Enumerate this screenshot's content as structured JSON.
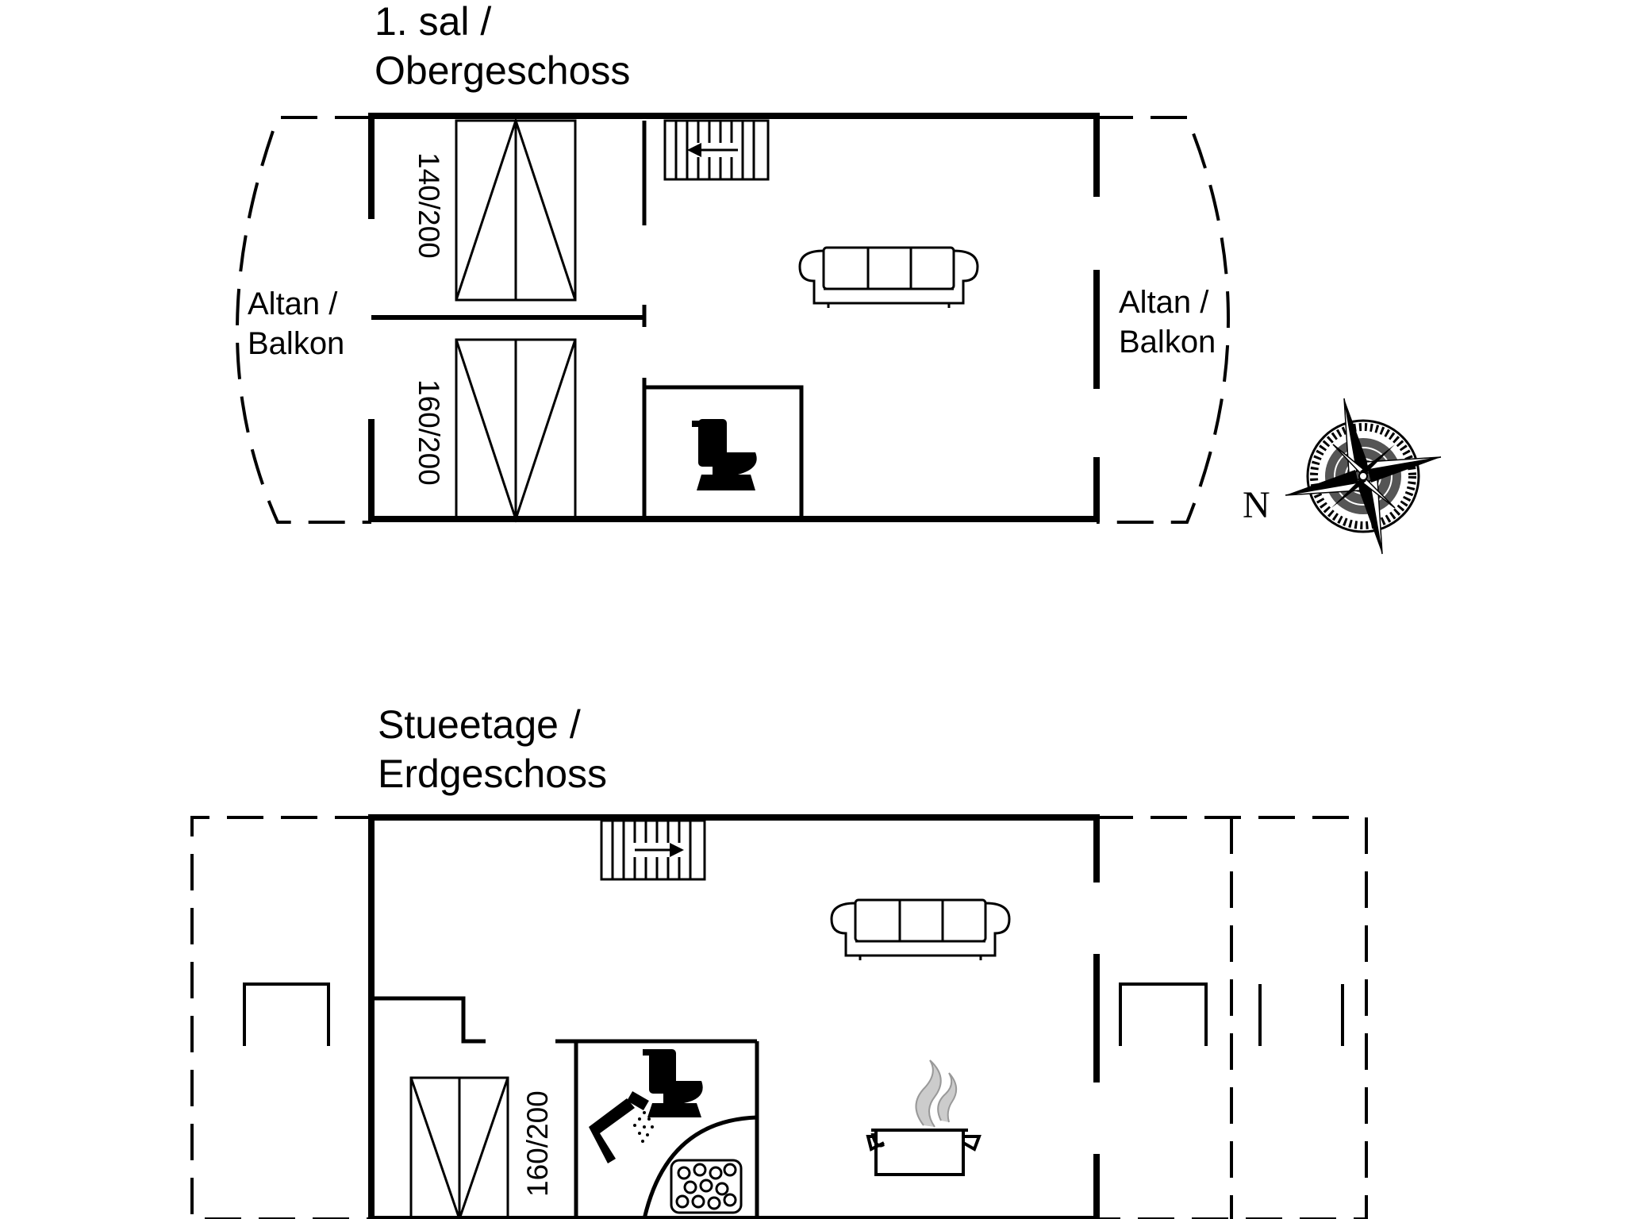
{
  "upper_floor": {
    "title_line1": "1. sal /",
    "title_line2": "Obergeschoss",
    "balcony_left_line1": "Altan /",
    "balcony_left_line2": "Balkon",
    "balcony_right_line1": "Altan /",
    "balcony_right_line2": "Balkon",
    "bed_1_size": "140/200",
    "bed_2_size": "160/200"
  },
  "ground_floor": {
    "title_line1": "Stueetage /",
    "title_line2": "Erdgeschoss",
    "bed_size": "160/200"
  },
  "compass": {
    "north_label": "N"
  },
  "icons": [
    "stairs-icon",
    "sofa-icon",
    "toilet-icon",
    "shower-icon",
    "sauna-icon",
    "cooking-pot-icon",
    "compass-rose-icon"
  ],
  "colors": {
    "lines": "#000000",
    "background": "#ffffff"
  }
}
